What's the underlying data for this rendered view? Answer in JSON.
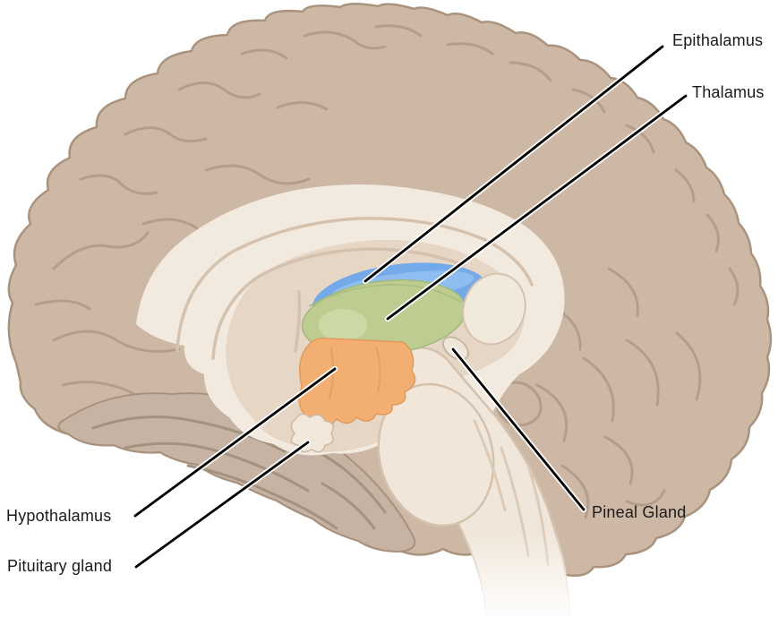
{
  "diagram": {
    "labels": {
      "epithalamus": "Epithalamus",
      "thalamus": "Thalamus",
      "pineal_gland": "Pineal Gland",
      "hypothalamus": "Hypothalamus",
      "pituitary_gland": "Pituitary gland"
    },
    "highlight_colors": {
      "epithalamus": "#74aae9",
      "epithalamus_light": "#94c1f0",
      "thalamus": "#bdcd92",
      "thalamus_light": "#cdd9a5",
      "hypothalamus": "#f3ae71"
    },
    "base_colors": {
      "cortex": "#cdb8a6",
      "cortex_outline": "#aa937e",
      "sulcus": "#b39e8b",
      "temporal_lobe": "#c7b3a4",
      "medial_surface": "#f3eadf",
      "inner_band": "#e5d6c5",
      "brainstem": "#f0e6d9",
      "structure_outline": "#d4c2ae",
      "leader_line": "#000000",
      "label_text": "#1b1b1b",
      "background": "#ffffff"
    }
  }
}
